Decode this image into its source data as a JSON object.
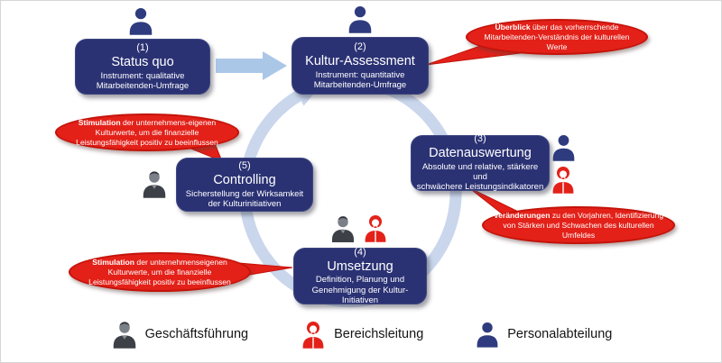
{
  "palette": {
    "box_navy": "#2b3274",
    "callout_red": "#e32119",
    "callout_border_red": "#c41309",
    "cycle_light_blue": "#c9d6ec",
    "arrow_blue": "#abc7e8",
    "executive_gray": "#3d4147",
    "person_navy": "#2e3b7e",
    "legend_text": "#141414"
  },
  "steps": [
    {
      "number": "(1)",
      "title": "Status quo",
      "subtitle": "Instrument: qualitative\nMitarbeitenden-Umfrage"
    },
    {
      "number": "(2)",
      "title": "Kultur-Assessment",
      "subtitle": "Instrument: quantitative\nMitarbeitenden-Umfrage"
    },
    {
      "number": "(3)",
      "title": "Datenauswertung",
      "subtitle": "Absolute und relative, stärkere und\nschwächere Leistungsindikatoren"
    },
    {
      "number": "(4)",
      "title": "Umsetzung",
      "subtitle": "Definition, Planung und\nGenehmigung der Kultur-Initiativen"
    },
    {
      "number": "(5)",
      "title": "Controlling",
      "subtitle": "Sicherstellung der Wirksamkeit\nder Kulturinitiativen"
    }
  ],
  "callouts": [
    {
      "lead": "Überblick",
      "rest": " über das vorherrschende Mitarbeitenden-Verständnis der kulturellen Werte"
    },
    {
      "lead": "Veränderungen",
      "rest": " zu den Vorjahren, Identifizierung von Stärken und Schwachen des kulturellen Umfeldes"
    },
    {
      "lead": "Stimulation",
      "rest": " der unternehmens-eigenen Kulturwerte, um die finanzielle Leistungsfähigkeit positiv zu beeinflussen"
    },
    {
      "lead": "Stimulation",
      "rest": " der unternehmenseigenen Kulturwerte, um die finanzielle Leistungsfähigkeit positiv zu beeinflussen"
    }
  ],
  "legend": [
    {
      "label": "Geschäftsführung",
      "icon": "executive-person-icon"
    },
    {
      "label": "Bereichsleitung",
      "icon": "division-lead-person-icon"
    },
    {
      "label": "Personalabteilung",
      "icon": "hr-person-icon"
    }
  ]
}
